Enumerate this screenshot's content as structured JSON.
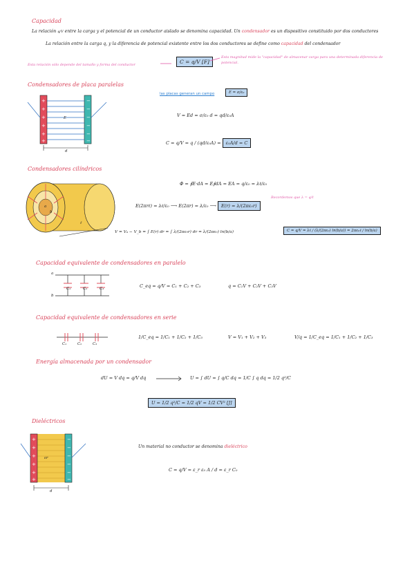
{
  "capacidad": {
    "title": "Capacidad",
    "p1_a": "La relación",
    "p1_b": "entre la carga y el potencial de un conductor aislado se denomina capacidad. Un",
    "p1_c": "condensador",
    "p1_d": "es un dispositivo constituido por dos conductores",
    "p2_a": "La relación entre la carga q, y la diferencia de potencial existente entre los dos conductores se define como",
    "p2_b": "capacidad",
    "p2_c": "del condensador",
    "note_left": "Esta relación sólo depende del tamaño y forma del conductor",
    "formula": "C = q/V [F]",
    "note_right_1": "Esta magnitud mide la \"capacidad\" de almacenar carga para una determinada diferencia de",
    "note_right_2": "potencial."
  },
  "placa": {
    "title": "Condensadores de placa paralelas",
    "note": "las placas generan un campo",
    "e_formula": "E = σ/ε₀",
    "eq1": "V = Ed = σ/ε₀ d = qd/ε₀A",
    "eq2": "C = q/V = q / (qd/ε₀A) =",
    "eq2_box": "ε₀A/d = C",
    "label_d": "d",
    "label_E": "E"
  },
  "cilindro": {
    "title": "Condensadores cilíndricos",
    "eq1": "Φ = ∮E·dA = E∮dA = EA = q/ε₀ = λℓ/ε₀",
    "eq2_a": "E(2πrℓ) = λℓ/ε₀",
    "eq2_b": "E(2πr) = λ/ε₀",
    "eq2_box": "E(r) = λ/(2πε₀r)",
    "note": "Recordemos que λ = q/ℓ",
    "eq3": "V = Vₐ − V_b = ∫ E(r) dr = ∫ λ/(2πε₀r) dr = λ/(2πε₀) ln(b/a)",
    "eq3_box": "C = q/V = λℓ / (λ/(2πε₀) ln(b/a)) = 2πε₀ℓ / ln(b/a)",
    "label_l": "ℓ",
    "label_a": "a",
    "label_b": "b"
  },
  "paralelo": {
    "title": "Capacidad equivalente de condensadores en paralelo",
    "eq1": "C_eq = q/V = C₁ + C₂ + C₃",
    "eq2": "q = C₁V + C₂V + C₃V",
    "labels": [
      "C₁",
      "C₂",
      "C₃"
    ],
    "node_a": "a",
    "node_b": "b"
  },
  "serie": {
    "title": "Capacidad equivalente de condensadores en serie",
    "eq1": "1/C_eq = 1/C₁ + 1/C₂ + 1/C₃",
    "eq2": "V = V₁ + V₂ + V₃",
    "eq3": "V/q = 1/C_eq = 1/C₁ + 1/C₂ + 1/C₃",
    "labels": [
      "C₁",
      "C₂",
      "C₃"
    ]
  },
  "energia": {
    "title": "Energía almacenada por un condensador",
    "eq1": "dU = V dq = q/V dq",
    "eq2": "U = ∫ dU = ∫ q/C dq = 1/C ∫ q dq = 1/2 q²/C",
    "eq_box": "U = 1/2 q²/C = 1/2 qV = 1/2 CV² [J]"
  },
  "dielectricos": {
    "title": "Dieléctricos",
    "text_a": "Un material no conductor se denomina",
    "text_b": "dieléctrico",
    "eq": "C = q/V = ε_r ε₀ A / d = ε_r C₀",
    "label_er": "εr",
    "label_d": "d"
  },
  "colors": {
    "accent": "#d9435a",
    "highlight": "#bcd6f0",
    "note_pink": "#e15aa8",
    "plate_red": "#e24b5a",
    "plate_teal": "#3fb7b0",
    "dielectric_yellow": "#f2c94c"
  }
}
